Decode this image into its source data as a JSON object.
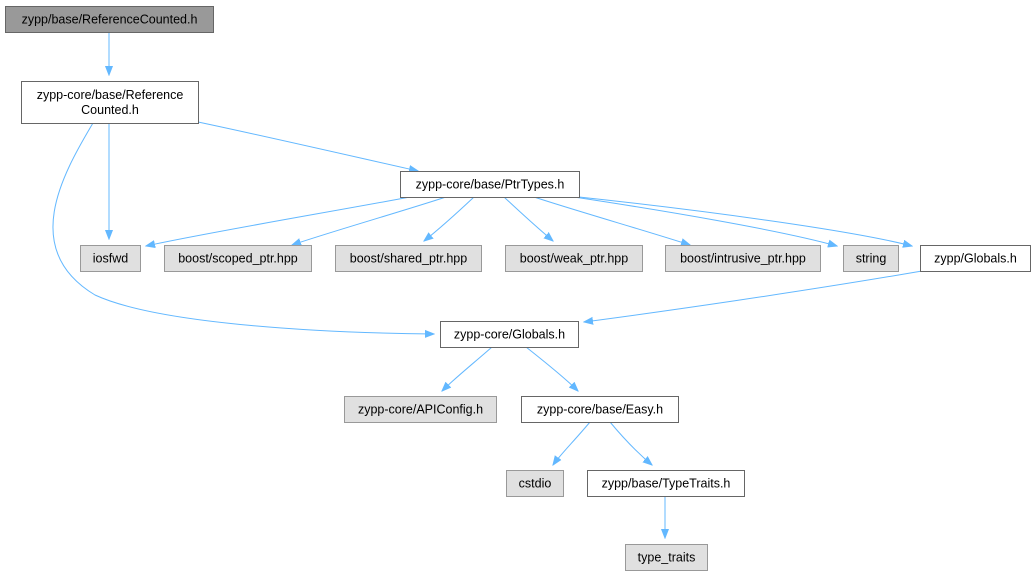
{
  "colors": {
    "edge": "#63b8ff",
    "root_fill": "#999999",
    "root_stroke": "#666666",
    "documented_fill": "#ffffff",
    "documented_stroke": "#666666",
    "external_fill": "#e0e0e0",
    "external_stroke": "#999999",
    "text": "#000000"
  },
  "nodes": [
    {
      "id": "n0",
      "label": [
        "zypp/base/ReferenceCounted.h"
      ],
      "kind": "root"
    },
    {
      "id": "n1",
      "label": [
        "zypp-core/base/Reference",
        "Counted.h"
      ],
      "kind": "documented"
    },
    {
      "id": "n2",
      "label": [
        "zypp-core/base/PtrTypes.h"
      ],
      "kind": "documented"
    },
    {
      "id": "n3",
      "label": [
        "iosfwd"
      ],
      "kind": "external"
    },
    {
      "id": "n4",
      "label": [
        "boost/scoped_ptr.hpp"
      ],
      "kind": "external"
    },
    {
      "id": "n5",
      "label": [
        "boost/shared_ptr.hpp"
      ],
      "kind": "external"
    },
    {
      "id": "n6",
      "label": [
        "boost/weak_ptr.hpp"
      ],
      "kind": "external"
    },
    {
      "id": "n7",
      "label": [
        "boost/intrusive_ptr.hpp"
      ],
      "kind": "external"
    },
    {
      "id": "n8",
      "label": [
        "string"
      ],
      "kind": "external"
    },
    {
      "id": "n9",
      "label": [
        "zypp/Globals.h"
      ],
      "kind": "documented"
    },
    {
      "id": "n10",
      "label": [
        "zypp-core/Globals.h"
      ],
      "kind": "documented"
    },
    {
      "id": "n11",
      "label": [
        "zypp-core/APIConfig.h"
      ],
      "kind": "external"
    },
    {
      "id": "n12",
      "label": [
        "zypp-core/base/Easy.h"
      ],
      "kind": "documented"
    },
    {
      "id": "n13",
      "label": [
        "cstdio"
      ],
      "kind": "external"
    },
    {
      "id": "n14",
      "label": [
        "zypp/base/TypeTraits.h"
      ],
      "kind": "documented"
    },
    {
      "id": "n15",
      "label": [
        "type_traits"
      ],
      "kind": "external"
    }
  ],
  "edges": [
    {
      "from": "n0",
      "to": "n1"
    },
    {
      "from": "n1",
      "to": "n2"
    },
    {
      "from": "n1",
      "to": "n3"
    },
    {
      "from": "n1",
      "to": "n10"
    },
    {
      "from": "n2",
      "to": "n3"
    },
    {
      "from": "n2",
      "to": "n4"
    },
    {
      "from": "n2",
      "to": "n5"
    },
    {
      "from": "n2",
      "to": "n6"
    },
    {
      "from": "n2",
      "to": "n7"
    },
    {
      "from": "n2",
      "to": "n8"
    },
    {
      "from": "n2",
      "to": "n9"
    },
    {
      "from": "n9",
      "to": "n10"
    },
    {
      "from": "n10",
      "to": "n11"
    },
    {
      "from": "n10",
      "to": "n12"
    },
    {
      "from": "n12",
      "to": "n13"
    },
    {
      "from": "n12",
      "to": "n14"
    },
    {
      "from": "n14",
      "to": "n15"
    }
  ]
}
